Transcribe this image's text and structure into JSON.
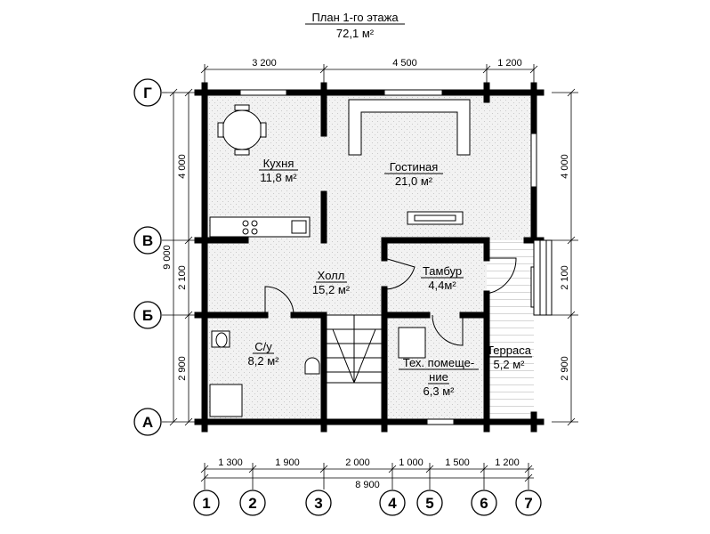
{
  "title": {
    "line1": "План 1-го этажа",
    "line2": "72,1 м²"
  },
  "rooms": [
    {
      "id": "kitchen",
      "name": "Кухня",
      "area": "11,8 м²"
    },
    {
      "id": "living",
      "name": "Гостиная",
      "area": "21,0 м²"
    },
    {
      "id": "hall",
      "name": "Холл",
      "area": "15,2 м²"
    },
    {
      "id": "vestibule",
      "name": "Тамбур",
      "area": "4,4м²"
    },
    {
      "id": "bathroom",
      "name": "С/у",
      "area": "8,2 м²"
    },
    {
      "id": "technical",
      "name_line1": "Тех. помеще-",
      "name_line2": "ние",
      "area": "6,3 м²"
    },
    {
      "id": "terrace",
      "name": "Терраса",
      "area": "5,2 м²"
    }
  ],
  "dims_top": [
    "3 200",
    "4 500",
    "1 200"
  ],
  "dims_bottom": [
    "1 300",
    "1 900",
    "2 000",
    "1 000",
    "1 500",
    "1 200"
  ],
  "dim_total_bottom": "8 900",
  "dims_left": [
    "4 000",
    "2 100",
    "2 900"
  ],
  "dim_total_left": "9 000",
  "dims_right": [
    "4 000",
    "2 100",
    "2 900"
  ],
  "axes_rows": [
    "Г",
    "В",
    "Б",
    "А"
  ],
  "axes_cols": [
    "1",
    "2",
    "3",
    "4",
    "5",
    "6",
    "7"
  ]
}
